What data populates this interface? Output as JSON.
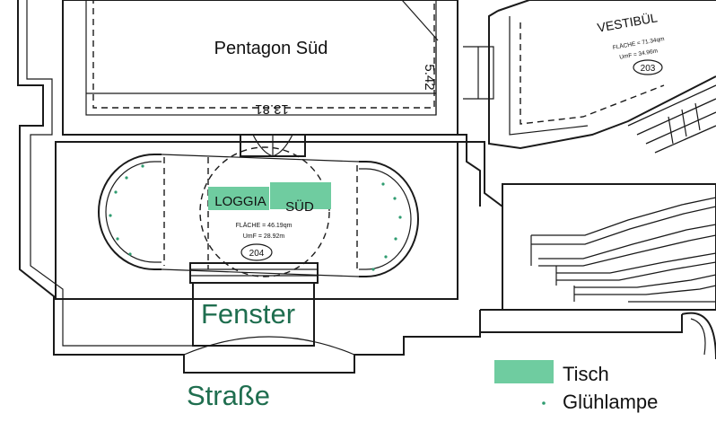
{
  "rooms": {
    "pentagon": "Pentagon Süd",
    "pentagon_dim_h": "13.81",
    "pentagon_dim_v": "5.42",
    "vestibul": "VESTIBÜL",
    "vestibul_area": "FLÄCHE = 71.34qm",
    "vestibul_umf": "UmF = 34.96m",
    "vestibul_number": "203",
    "loggia_word1": "LOGGIA",
    "loggia_word2": "SÜD",
    "loggia_area": "FLÄCHE = 46.19qm",
    "loggia_umf": "UmF = 28.92m",
    "loggia_number": "204"
  },
  "annotations": {
    "fenster": "Fenster",
    "strasse": "Straße"
  },
  "legend": {
    "table_label": "Tisch",
    "lamp_label": "Glühlampe"
  },
  "colors": {
    "table_fill": "#6fcca0",
    "lamp_dot": "#2f9c70",
    "annotation_text": "#1f6e4f",
    "wall": "#1a1a1a"
  }
}
